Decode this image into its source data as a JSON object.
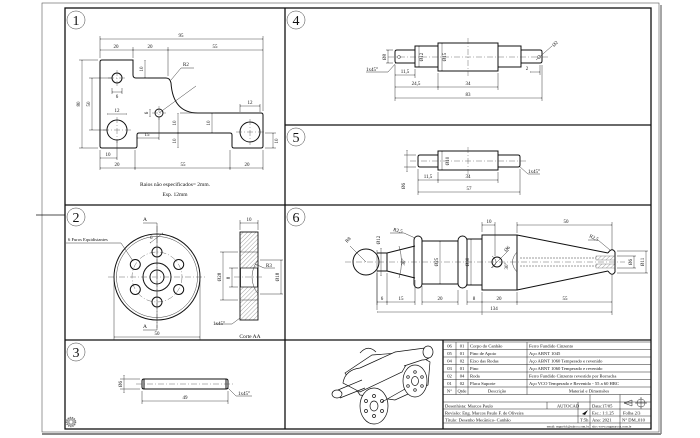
{
  "sheet": {
    "section_labels": [
      "1",
      "2",
      "3",
      "4",
      "5",
      "6"
    ]
  },
  "part1": {
    "dims": [
      "95",
      "20",
      "20",
      "55",
      "10",
      "80",
      "50",
      "6",
      "12",
      "6",
      "10",
      "10",
      "15",
      "10",
      "12",
      "10",
      "10",
      "20",
      "55",
      "20",
      "R2"
    ],
    "notes": [
      "Raios não especificados= 2mm.",
      "Esp. 12mm"
    ]
  },
  "part2": {
    "holes_note": "6 Furos Equidistantes",
    "section_mark": "A",
    "dims": [
      "6",
      "50",
      "10",
      "Ø28",
      "8",
      "R3",
      "Ø18",
      "1x45°"
    ],
    "section_title": "Corte AA"
  },
  "part3": {
    "dims": [
      "Ø6",
      "49",
      "1x45°"
    ]
  },
  "part4": {
    "dims": [
      "Ø8",
      "Ø12",
      "Ø15",
      "Ø2",
      "1x45°",
      "11,5",
      "24,5",
      "34",
      "83",
      "2"
    ]
  },
  "part5": {
    "dims": [
      "Ø6",
      "Ø10",
      "11,5",
      "34",
      "57",
      "1x45°"
    ]
  },
  "part6": {
    "dims": [
      "R8",
      "Ø12",
      "R2,5",
      "30°",
      "Ø25",
      "Ø30",
      "Ø6",
      "30°",
      "10",
      "50",
      "R2,5",
      "Ø6",
      "Ø11",
      "6",
      "15",
      "20",
      "8",
      "20",
      "55",
      "134"
    ]
  },
  "title_block": {
    "parts": [
      {
        "n": "06",
        "q": "01",
        "desc": "Corpo do Canhão",
        "material": "Ferro Fundido Cinzento"
      },
      {
        "n": "05",
        "q": "01",
        "desc": "Pino de Apoio",
        "material": "Aço ABNT 1045"
      },
      {
        "n": "04",
        "q": "02",
        "desc": "Eixo das Rodas",
        "material": "Aço ABNT 1060 Temperado e revenido"
      },
      {
        "n": "03",
        "q": "01",
        "desc": "Pino",
        "material": "Aço ABNT 1060 Temperado e revenido"
      },
      {
        "n": "02",
        "q": "04",
        "desc": "Roda",
        "material": "Ferro Fundido Cinzento revestido por Borracha"
      },
      {
        "n": "01",
        "q": "02",
        "desc": "Placa Suporte",
        "material": "Aço VCO Temperado e Revenido - 55 a 60 HRC"
      }
    ],
    "header": {
      "n": "N°",
      "q": "Qtde",
      "desc": "Descrição",
      "material": "Material e Dimensões"
    },
    "drafter": "Desenhista: Marcos Paulo",
    "software": "AUTOCAD",
    "date": "Data:17/05",
    "review": "Revisão: Eng. Marcos Paulo F. de Oliveira",
    "scale": "Esc.: 1:1.25",
    "sheet": "Folha 2/3",
    "title": "Título: Desenho Mecânico- Canhão",
    "time": "T:5h",
    "year": "Ano:  2021",
    "number": "N° DM_010",
    "email": "email: mppelol@yahoo.com.br",
    "site": "site: www.engmarcos.com.br"
  }
}
